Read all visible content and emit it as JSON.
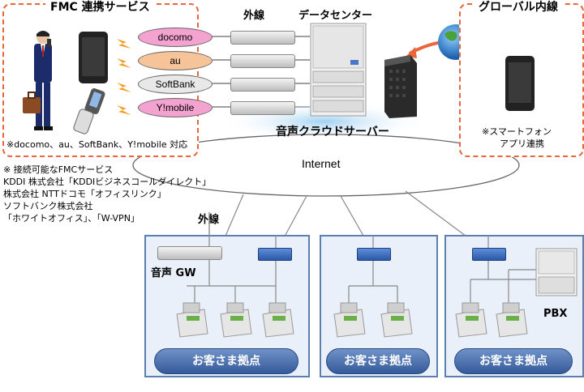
{
  "fmc": {
    "title": "FMC 連携サービス",
    "carriers": [
      "docomo",
      "au",
      "SoftBank",
      "Y!mobile"
    ],
    "support_note": "※docomo、au、SoftBank、Y!mobile 対応"
  },
  "outside_line_top": "外線",
  "datacenter_label": "データセンター",
  "cloud_server_label": "音声クラウドサーバー",
  "global": {
    "title": "グローバル内線",
    "note_line1": "※スマートフォン",
    "note_line2": "アプリ連携"
  },
  "internet_label": "Internet",
  "fmc_services_note": [
    "※ 接続可能なFMCサービス",
    "KDDI 株式会社「KDDIビジネスコールダイレクト」",
    "株式会社 NTTドコモ「オフィスリンク」",
    "ソフトバンク株式会社",
    "「ホワイトオフィス」、「W-VPN」"
  ],
  "outside_line_bottom": "外線",
  "voice_gw_label": "音声 GW",
  "pbx_label": "PBX",
  "sites": [
    "お客さま拠点",
    "お客さま拠点",
    "お客さま拠点"
  ],
  "colors": {
    "dash_border": "#e8663a",
    "site_border": "#5b7fae",
    "site_pill": "#355a9a",
    "bolt": "#f39b1a",
    "arrow": "#e8663a"
  }
}
